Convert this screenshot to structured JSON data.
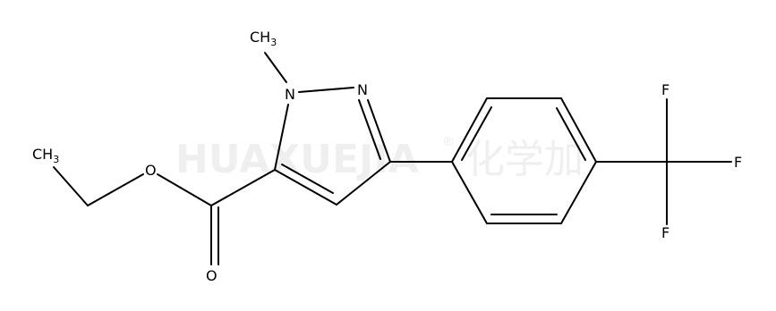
{
  "watermark": {
    "brand": "HUAXUEJIA",
    "registered": "®",
    "chinese": "化学加"
  },
  "atoms": {
    "ch3_n": {
      "base": "CH",
      "sub": "3"
    },
    "n1": "N",
    "n2": "N",
    "ch3_ethyl": {
      "base": "CH",
      "sub": "3"
    },
    "o_ether": "O",
    "o_carbonyl": "O",
    "f_top": "F",
    "f_right": "F",
    "f_bottom": "F"
  }
}
